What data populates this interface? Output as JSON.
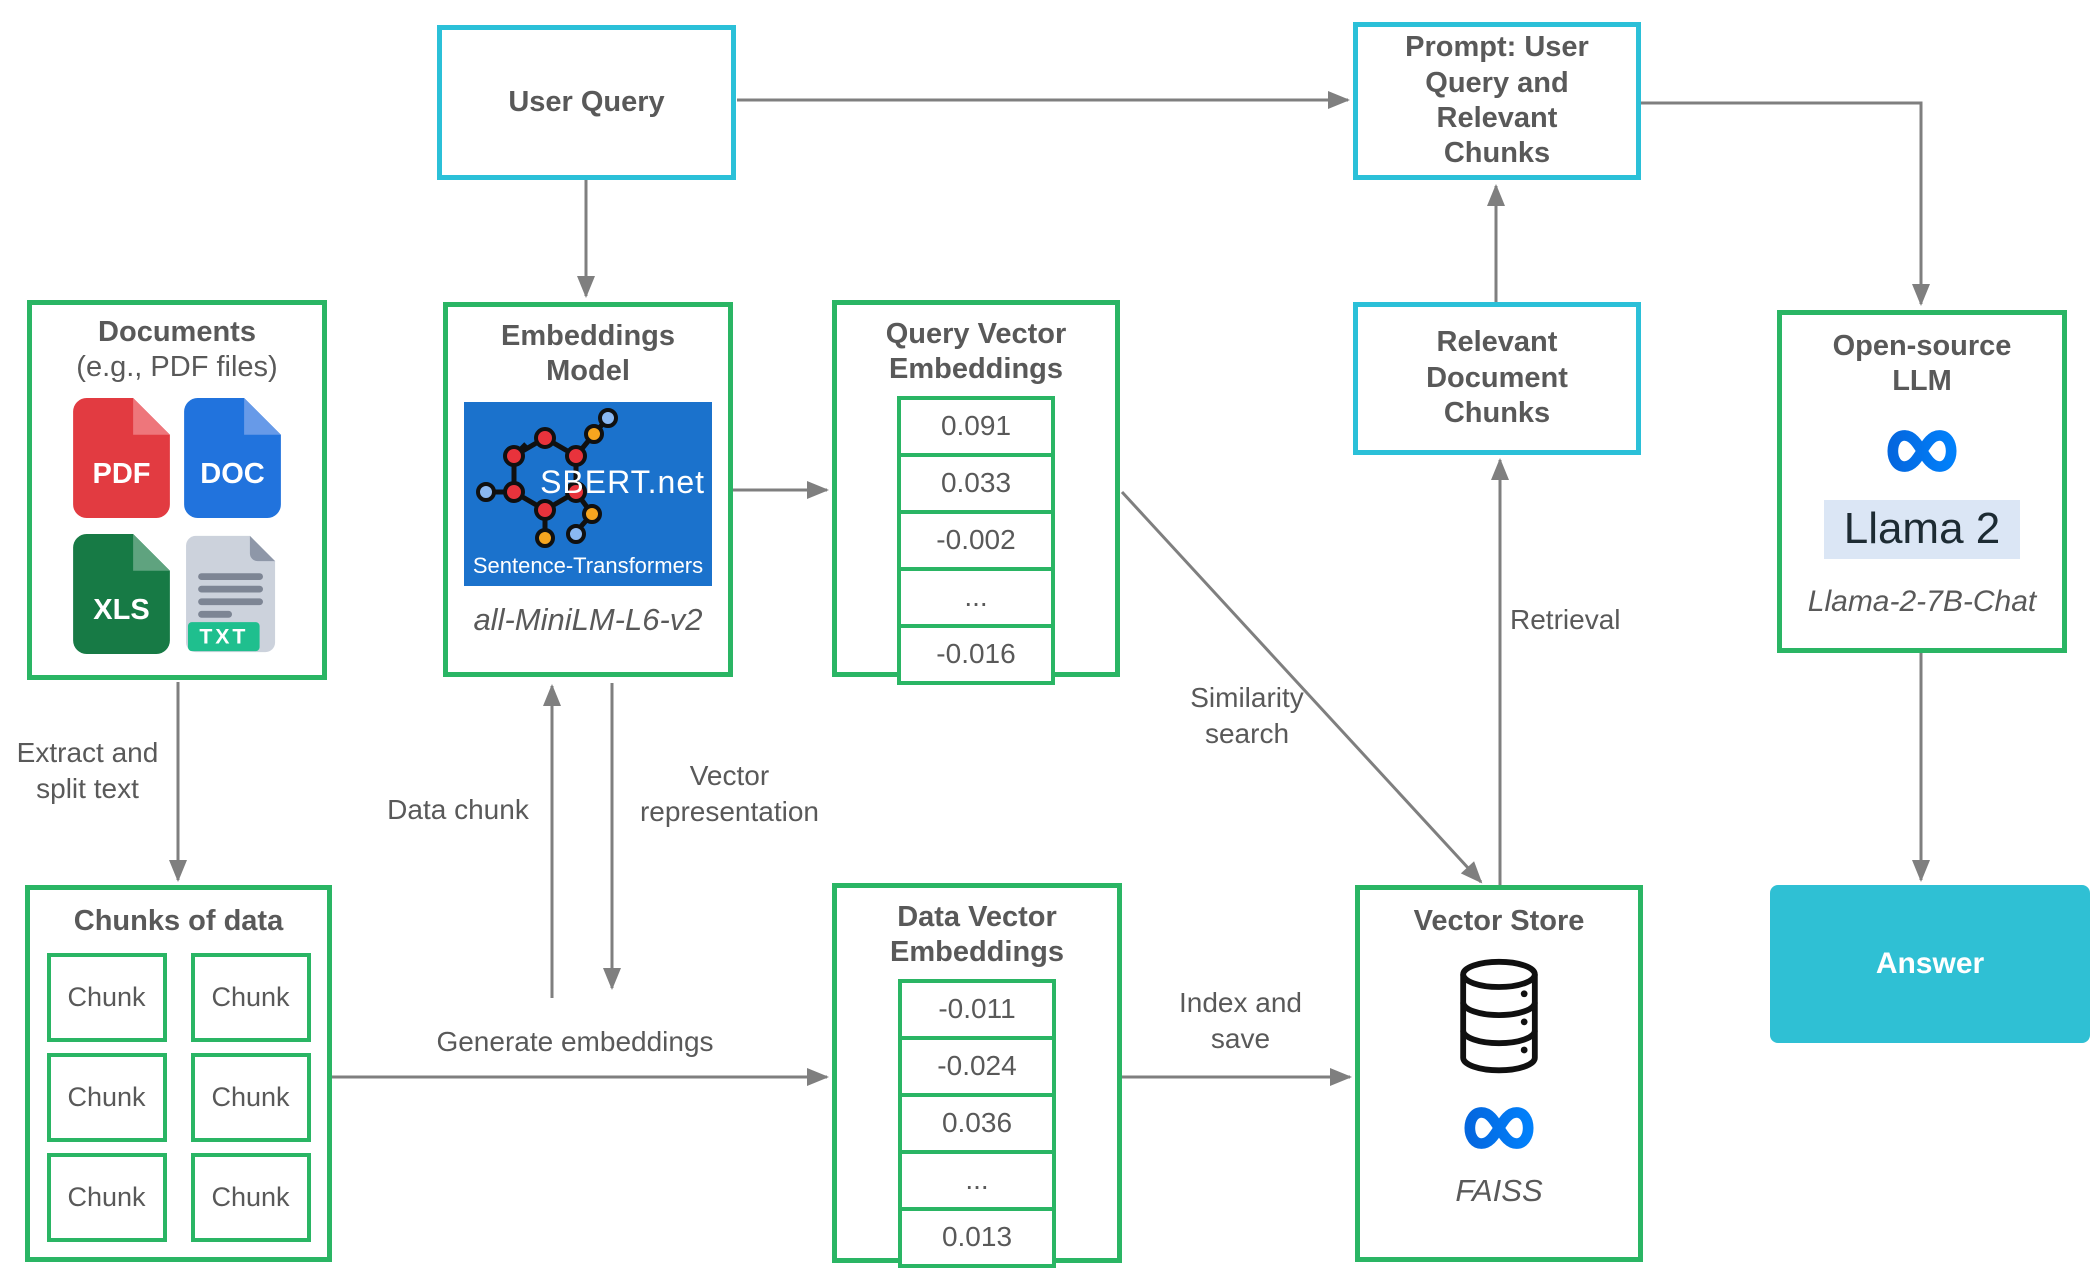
{
  "diagram": {
    "user_query": {
      "label": "User Query"
    },
    "prompt": {
      "label": "Prompt: User Query and Relevant Chunks"
    },
    "relevant_chunks": {
      "label": "Relevant Document Chunks"
    },
    "documents": {
      "title": "Documents",
      "subtitle": "(e.g., PDF files)",
      "file_types": [
        "PDF",
        "DOC",
        "XLS",
        "TXT"
      ]
    },
    "embeddings_model": {
      "title": "Embeddings Model",
      "logo_title": "SBERT.net",
      "logo_subtitle": "Sentence-Transformers",
      "model_name": "all-MiniLM-L6-v2"
    },
    "query_vector": {
      "title": "Query Vector Embeddings",
      "values": [
        "0.091",
        "0.033",
        "-0.002",
        "...",
        "-0.016"
      ]
    },
    "data_vector": {
      "title": "Data Vector Embeddings",
      "values": [
        "-0.011",
        "-0.024",
        "0.036",
        "...",
        "0.013"
      ]
    },
    "chunks": {
      "title": "Chunks of data",
      "cells": [
        "Chunk",
        "Chunk",
        "Chunk",
        "Chunk",
        "Chunk",
        "Chunk"
      ]
    },
    "vector_store": {
      "title": "Vector Store",
      "engine": "FAISS"
    },
    "llm": {
      "title": "Open-source LLM",
      "model_badge": "Llama 2",
      "model_name": "Llama-2-7B-Chat"
    },
    "answer": {
      "label": "Answer"
    },
    "edge_labels": {
      "extract_split": "Extract and split text",
      "data_chunk": "Data chunk",
      "vector_representation": "Vector representation",
      "generate_embeddings": "Generate embeddings",
      "similarity_search": "Similarity search",
      "index_save": "Index and save",
      "retrieval": "Retrieval"
    },
    "colors": {
      "box_green": "#2ab564",
      "box_cyan": "#2bc0d8",
      "answer_fill": "#2fc0d4",
      "text_gray": "#595959",
      "arrow_gray": "#7f7f7f",
      "sbert_blue": "#1b72cc",
      "meta_blue_start": "#0467df",
      "meta_blue_end": "#0180fa",
      "llama_badge_bg": "#dbe6f5",
      "llama_badge_text": "#1d2b33"
    }
  }
}
